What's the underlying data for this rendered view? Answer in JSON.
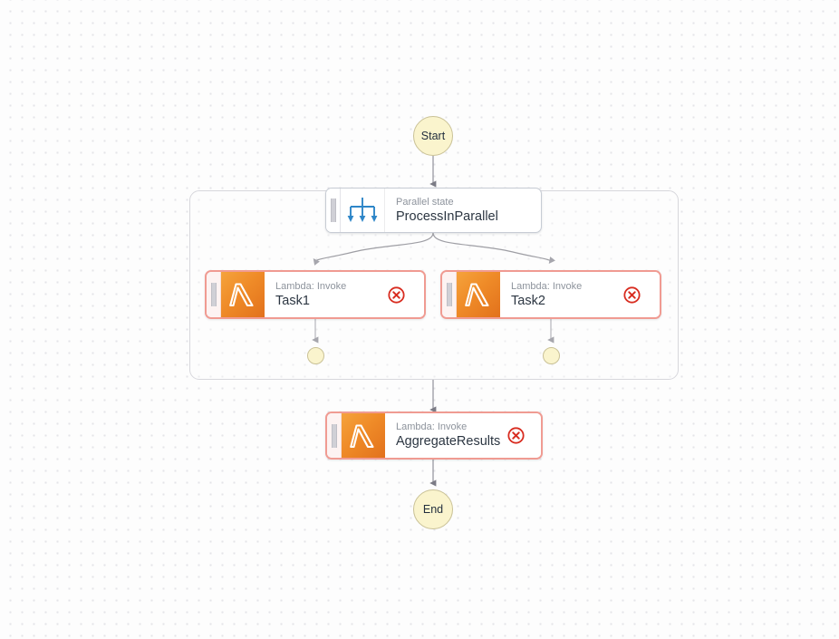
{
  "diagram": {
    "type": "state-machine-graph",
    "background": "#fdfdfd",
    "grid": "dotted"
  },
  "colors": {
    "terminal_fill": "#faf4cd",
    "terminal_border": "#c9c196",
    "lambda_orange": "#ef8b28",
    "error_border": "#f09b92",
    "error_badge": "#d82c20",
    "parallel_icon": "#2e86c8",
    "connector": "#8a8a93",
    "group_border": "#d7d7dc"
  },
  "nodes": {
    "start": {
      "label": "Start",
      "icon": "start-circle-icon"
    },
    "parallel": {
      "subtitle": "Parallel state",
      "title": "ProcessInParallel",
      "icon": "parallel-split-icon"
    },
    "task1": {
      "subtitle": "Lambda: Invoke",
      "title": "Task1",
      "icon": "lambda-icon",
      "badge": "error-x-icon"
    },
    "task2": {
      "subtitle": "Lambda: Invoke",
      "title": "Task2",
      "icon": "lambda-icon",
      "badge": "error-x-icon"
    },
    "aggregate": {
      "subtitle": "Lambda: Invoke",
      "title": "AggregateResults",
      "icon": "lambda-icon",
      "badge": "error-x-icon"
    },
    "end": {
      "label": "End",
      "icon": "end-circle-icon"
    }
  },
  "branch_terminators": [
    {
      "name": "task1-branch-end"
    },
    {
      "name": "task2-branch-end"
    }
  ],
  "edges": [
    {
      "from": "start",
      "to": "parallel"
    },
    {
      "from": "parallel",
      "to": "task1"
    },
    {
      "from": "parallel",
      "to": "task2"
    },
    {
      "from": "task1",
      "to": "task1-branch-end"
    },
    {
      "from": "task2",
      "to": "task2-branch-end"
    },
    {
      "from": "parallel-group",
      "to": "aggregate"
    },
    {
      "from": "aggregate",
      "to": "end"
    }
  ]
}
